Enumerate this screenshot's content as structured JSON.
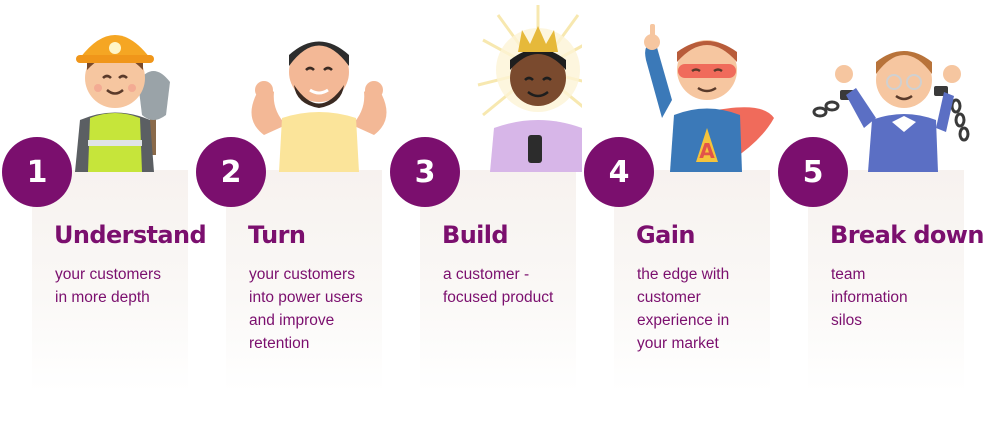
{
  "colors": {
    "accent": "#7b0f6e",
    "card": "#f7f2ef"
  },
  "steps": [
    {
      "number": "1",
      "title": "Understand",
      "lines": [
        "your customers",
        "in more depth"
      ],
      "icon": "construction-worker-icon"
    },
    {
      "number": "2",
      "title": "Turn",
      "lines": [
        "your customers",
        "into power users",
        "and improve",
        "retention"
      ],
      "icon": "strong-man-icon"
    },
    {
      "number": "3",
      "title": "Build",
      "lines": [
        "a customer -",
        "focused product"
      ],
      "icon": "crowned-person-icon"
    },
    {
      "number": "4",
      "title": "Gain",
      "lines": [
        "the edge with",
        "customer",
        "experience in",
        "your market"
      ],
      "icon": "superhero-icon"
    },
    {
      "number": "5",
      "title": "Break down",
      "lines": [
        "team",
        "information",
        "silos"
      ],
      "icon": "broken-chains-person-icon"
    }
  ]
}
